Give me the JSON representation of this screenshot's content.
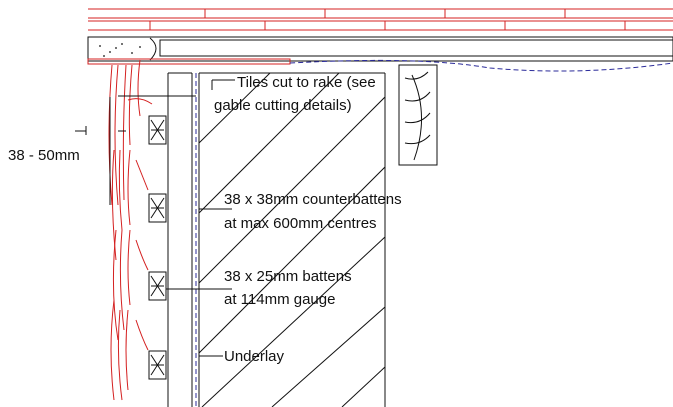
{
  "colors": {
    "tile_red": "#d42020",
    "line_black": "#111111",
    "underlay_blue": "#2b2b9a",
    "background": "#ffffff"
  },
  "labels": {
    "tiles_cut_line1": "Tiles cut to rake (see",
    "tiles_cut_line2": "gable cutting details)",
    "dimension": "38 - 50mm",
    "counterbattens_line1": "38 x 38mm counterbattens",
    "counterbattens_line2": "at max 600mm centres",
    "battens_line1": "38 x 25mm battens",
    "battens_line2": "at 114mm gauge",
    "underlay": "Underlay"
  }
}
